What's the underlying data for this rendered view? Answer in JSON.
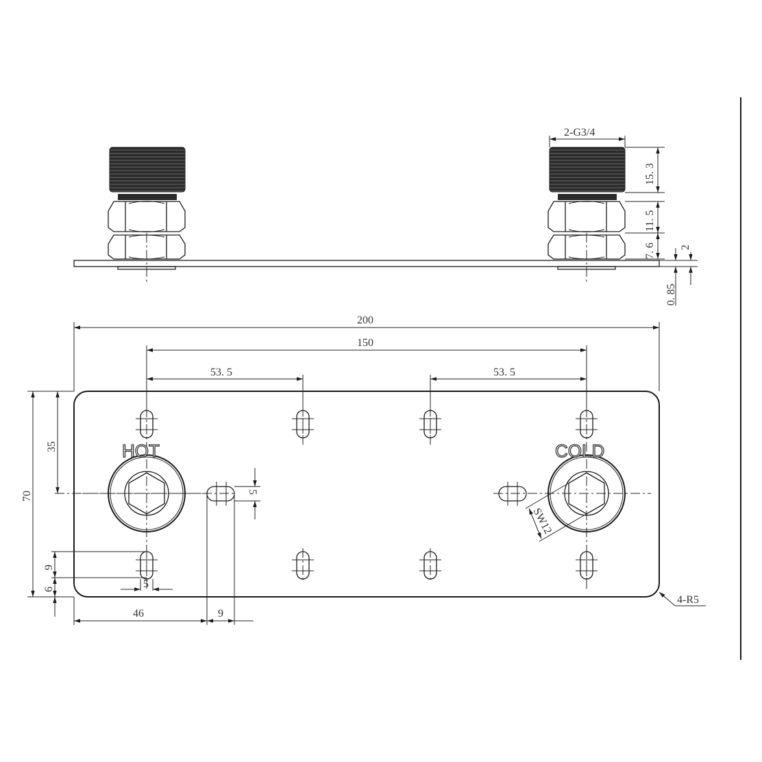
{
  "side_view": {
    "thread_spec": "2-G3/4",
    "dims": {
      "thread_height": "15. 3",
      "nut_upper": "11. 5",
      "nut_lower": "7. 6",
      "plate_thickness": "2",
      "washer": "0. 85"
    }
  },
  "plan_view": {
    "dims": {
      "overall_width": "200",
      "fitting_spacing": "150",
      "hole_offset_left": "53. 5",
      "hole_offset_right": "53. 5",
      "overall_height": "70",
      "center_height": "35",
      "slot_pitch": "9",
      "slot_edge": "6",
      "slot_width": "5",
      "left_offset": "46",
      "side_slot_length": "9",
      "side_slot_width": "5",
      "wrench_size": "SW12",
      "corner_radius": "4-R5"
    },
    "labels": {
      "hot": "HOT",
      "cold": "COLD"
    }
  },
  "colors": {
    "line": "#1a1a1a",
    "background": "#ffffff"
  }
}
